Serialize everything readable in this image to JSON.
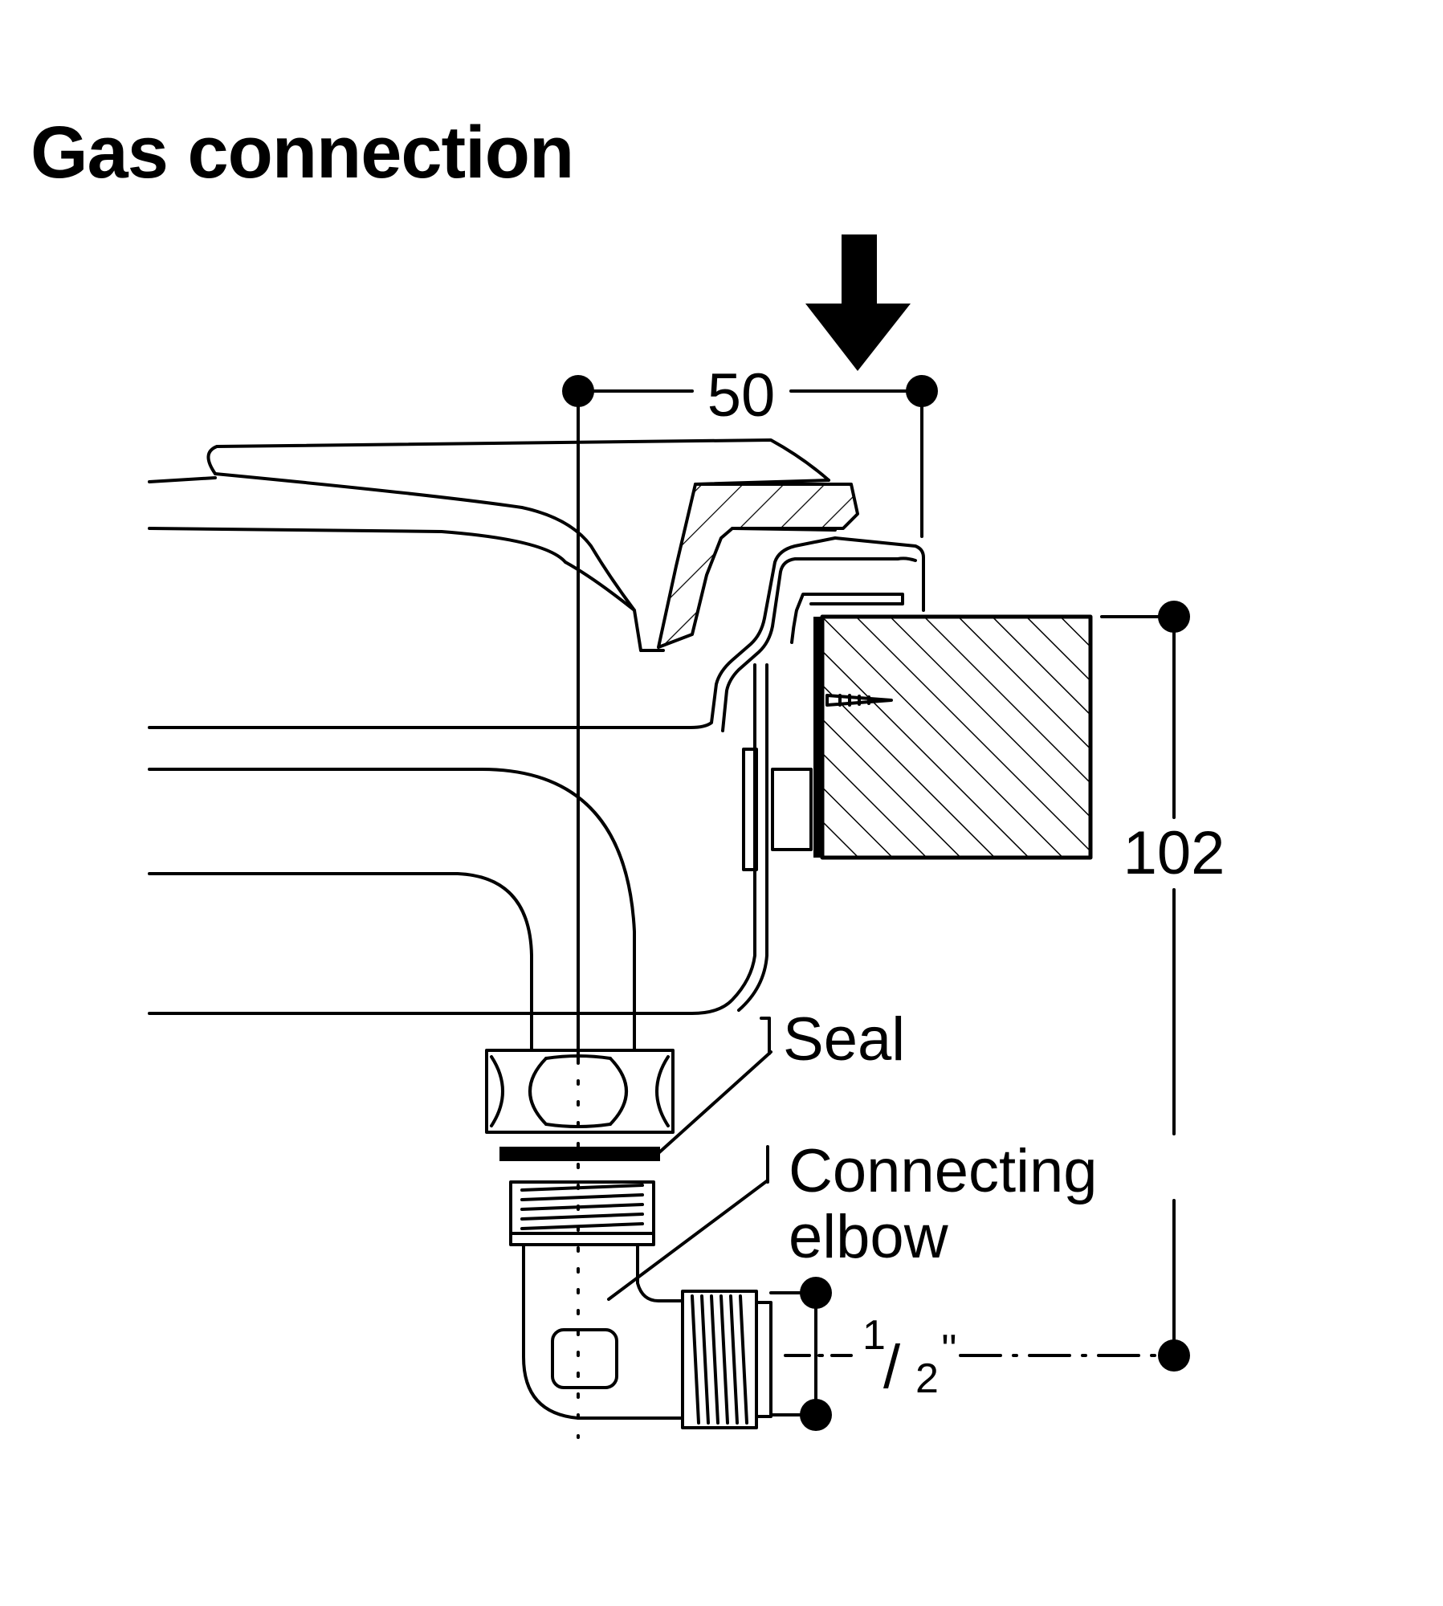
{
  "title": "Gas connection",
  "labels": {
    "dimension_width": "50",
    "dimension_height": "102",
    "seal": "Seal",
    "connecting_line1": "Connecting",
    "connecting_line2": "elbow",
    "thread_numerator": "1",
    "thread_slash": "/",
    "thread_denominator": "2",
    "thread_inch": "''"
  },
  "icons": {
    "arrow": "down-arrow-icon"
  },
  "colors": {
    "line": "#000000",
    "background": "#ffffff"
  }
}
